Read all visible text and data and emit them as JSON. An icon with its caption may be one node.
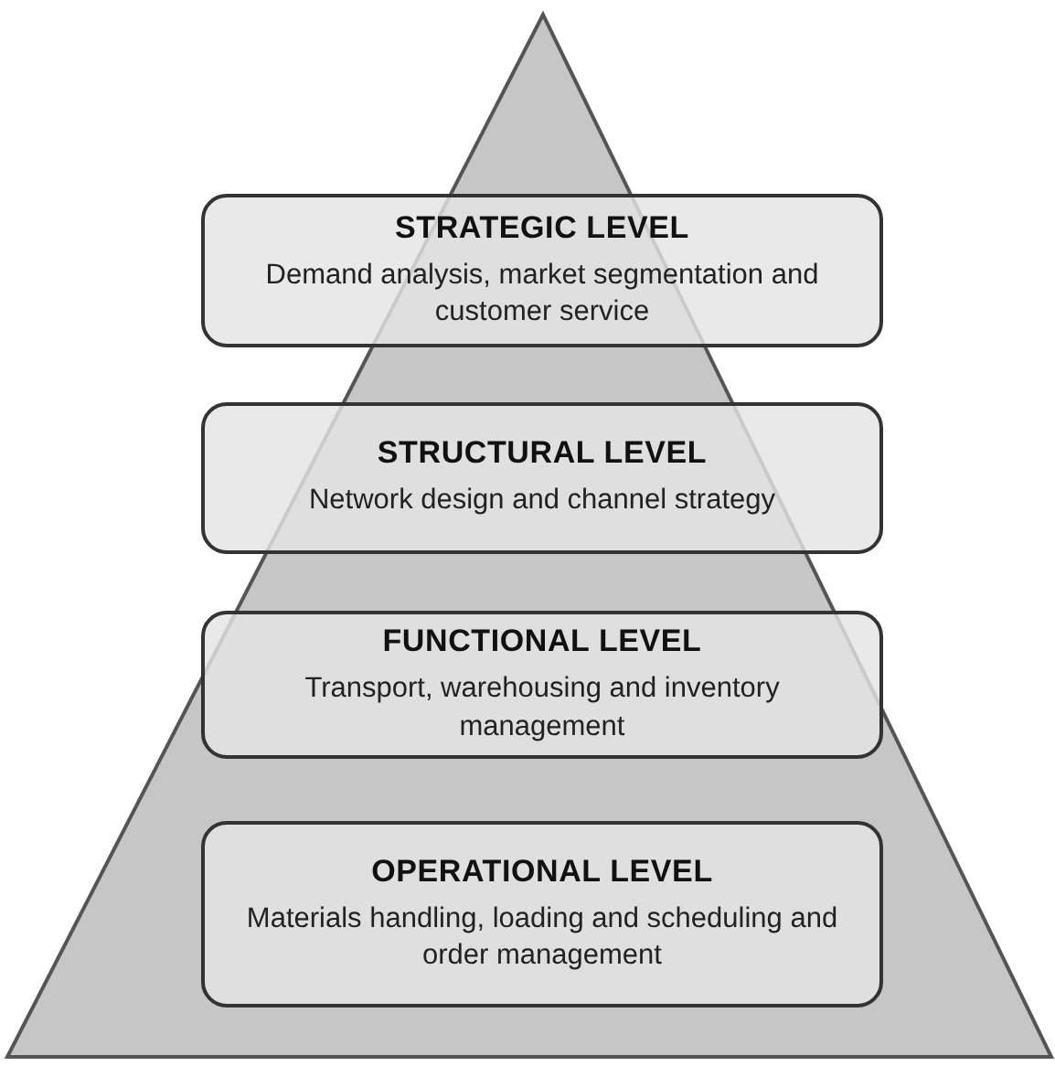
{
  "diagram": {
    "nodes": [
      {
        "text": [
          "STRATEGIC LEVEL",
          "Demand analysis, market segmentation and customer service"
        ]
      },
      {
        "text": [
          "STRUCTURAL LEVEL",
          "Network design and channel strategy"
        ]
      },
      {
        "text": [
          "FUNCTIONAL LEVEL",
          "Transport, warehousing and inventory management"
        ]
      },
      {
        "text": [
          "OPERATIONAL LEVEL",
          "Materials handling, loading and scheduling and order management"
        ]
      }
    ]
  }
}
